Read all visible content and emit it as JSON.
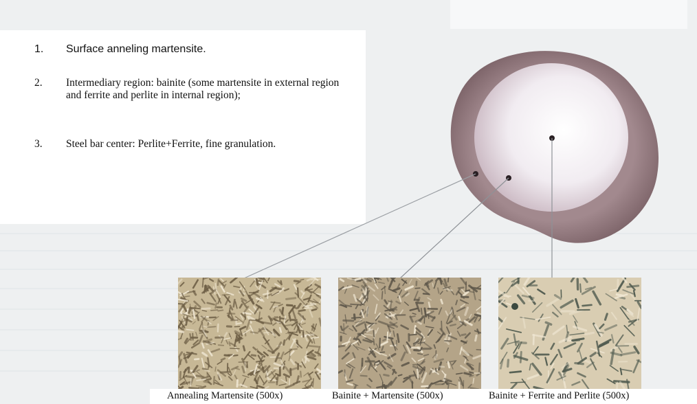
{
  "list": [
    {
      "num": "1.",
      "text": "Surface anneling martensite."
    },
    {
      "num": "2.",
      "text": "Intermediary region:  bainite (some martensite in external region and ferrite and perlite in internal region);"
    },
    {
      "num": "3.",
      "text": "Steel bar center: Perlite+Ferrite, fine granulation."
    }
  ],
  "captions": [
    "Annealing Martensite (500x)",
    "Bainite + Martensite (500x)",
    "Bainite + Ferrite and Perlite (500x)"
  ],
  "colors": {
    "outer_ring": "#8e7479",
    "inner_core": "#f4f0f4",
    "micro_bg": [
      "#c7b896",
      "#b4a488",
      "#d9cdb2"
    ],
    "micro_dark": [
      "#6e5f46",
      "#5e574a",
      "#4f5a4f"
    ]
  }
}
